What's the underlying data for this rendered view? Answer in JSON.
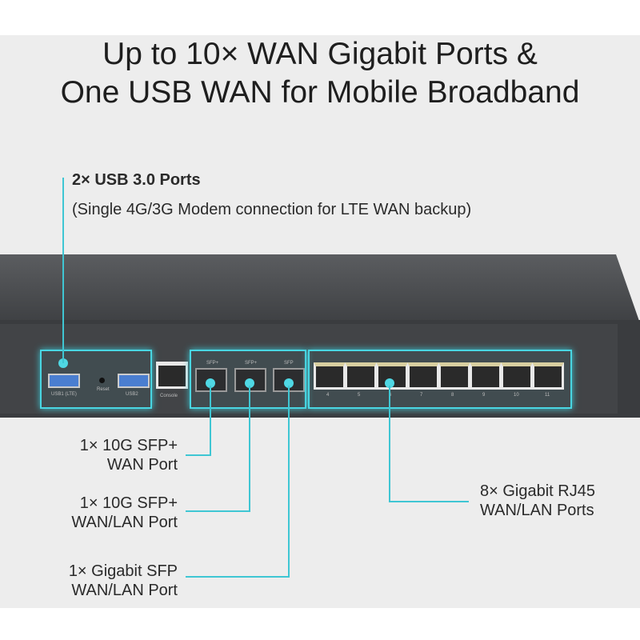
{
  "title": {
    "line1": "Up to 10× WAN Gigabit Ports &",
    "line2": "One USB WAN for Mobile Broadband"
  },
  "usb_callout": {
    "heading": "2× USB 3.0 Ports",
    "sub": "(Single 4G/3G Modem connection for LTE WAN backup)"
  },
  "callouts": [
    {
      "line1": "1× 10G SFP+",
      "line2": "WAN Port"
    },
    {
      "line1": "1× 10G SFP+",
      "line2": "WAN/LAN Port"
    },
    {
      "line1": "1× Gigabit SFP",
      "line2": "WAN/LAN Port"
    },
    {
      "line1": "8× Gigabit RJ45",
      "line2": "WAN/LAN Ports"
    }
  ],
  "panel": {
    "usb1": "USB1 (LTE)",
    "reset": "Reset",
    "usb2": "USB2",
    "console": "Console",
    "sfp1": "SFP+",
    "sfp2": "SFP+",
    "sfp3": "SFP",
    "ports": [
      "4",
      "5",
      "6",
      "7",
      "8",
      "9",
      "10",
      "11"
    ]
  },
  "accent": "#3fc6d3"
}
